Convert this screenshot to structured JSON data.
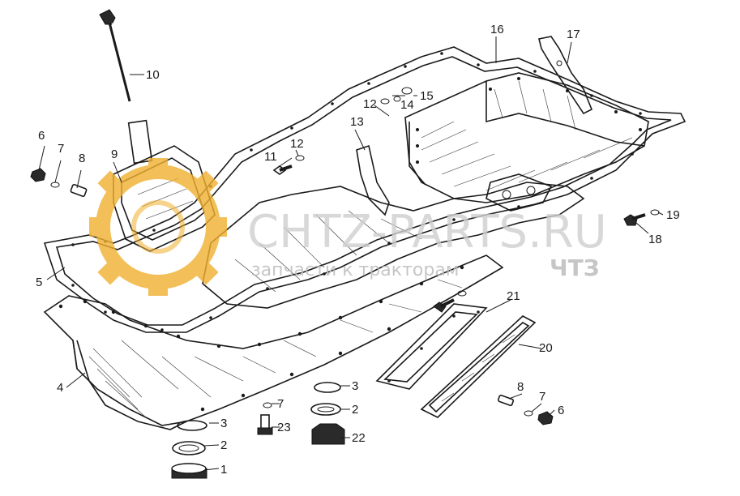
{
  "diagram": {
    "callouts": {
      "c1": "1",
      "c2a": "2",
      "c2b": "2",
      "c3a": "3",
      "c3b": "3",
      "c4": "4",
      "c5": "5",
      "c6a": "6",
      "c6b": "6",
      "c7a": "7",
      "c7b": "7",
      "c7c": "7",
      "c8a": "8",
      "c8b": "8",
      "c9": "9",
      "c10": "10",
      "c11": "11",
      "c12a": "12",
      "c12b": "12",
      "c13": "13",
      "c14": "14",
      "c15": "15",
      "c16": "16",
      "c17": "17",
      "c18": "18",
      "c19": "19",
      "c20": "20",
      "c21": "21",
      "c22": "22",
      "c23": "23"
    }
  },
  "watermark": {
    "main": "CHTZ-PARTS.RU",
    "sub": "запчасти к тракторам",
    "brand": "ЧТЗ",
    "color": "#f0b030"
  }
}
